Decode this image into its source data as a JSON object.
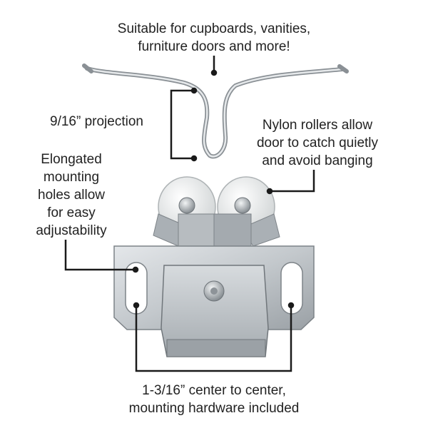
{
  "callouts": {
    "top": [
      "Suitable for cupboards, vanities,",
      "furniture doors and more!"
    ],
    "projection": "9/16” projection",
    "rollers": [
      "Nylon rollers allow",
      "door to catch quietly",
      "and avoid banging"
    ],
    "holes": [
      "Elongated",
      "mounting",
      "holes allow",
      "for easy",
      "adjustability"
    ],
    "bottom": [
      "1-3/16” center to center,",
      "mounting hardware included"
    ]
  },
  "colors": {
    "metal_light": "#dcdfe2",
    "metal_mid": "#b4b9be",
    "metal_dark": "#7d8388",
    "roller": "#eef0f0",
    "leader": "#1a1a1a"
  }
}
